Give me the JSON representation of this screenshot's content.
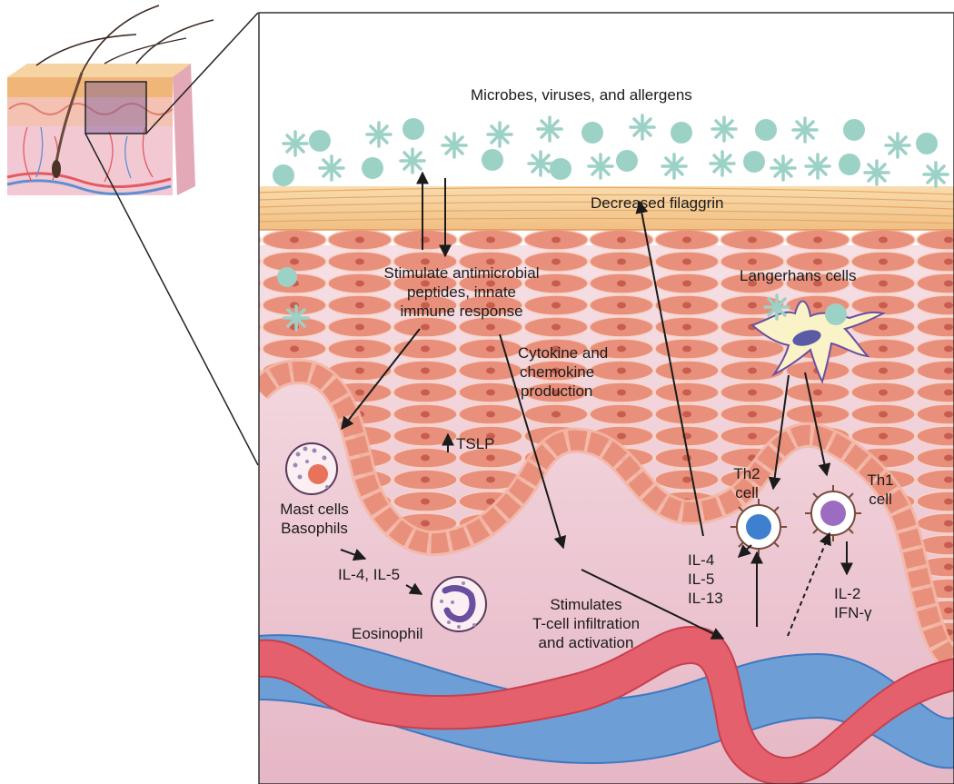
{
  "title": "Microbes, viruses, and allergens",
  "labels": {
    "decreased_filaggrin": "Decreased filaggrin",
    "antimicrobial": [
      "Stimulate antimicrobial",
      "peptides, innate",
      "immune response"
    ],
    "langerhans": "Langerhans cells",
    "cytokine": [
      "Cytokine and",
      "chemokine",
      "production"
    ],
    "tslp": "TSLP",
    "th2": [
      "Th2",
      "cell"
    ],
    "th1": [
      "Th1",
      "cell"
    ],
    "mast_basophils": [
      "Mast cells",
      "Basophils"
    ],
    "il4_il5": "IL-4, IL-5",
    "eosinophil": "Eosinophil",
    "th2_cytokines": [
      "IL-4",
      "IL-5",
      "IL-13"
    ],
    "th1_cytokines": [
      "IL-2",
      "IFN-γ"
    ],
    "tcell": [
      "Stimulates",
      "T-cell infiltration",
      "and activation"
    ]
  },
  "colors": {
    "microbe": "#9cd1c6",
    "stratum_corneum": "#f2c48a",
    "keratinocyte": "#e88a76",
    "nucleus": "#c95a4c",
    "dermis": "#f1cfd8",
    "artery": "#e4606c",
    "vein": "#6d9fd6",
    "th2_nucleus": "#3f7fd0",
    "th1_nucleus": "#9b6cc2",
    "langerhans_body": "#fbf3c8"
  }
}
